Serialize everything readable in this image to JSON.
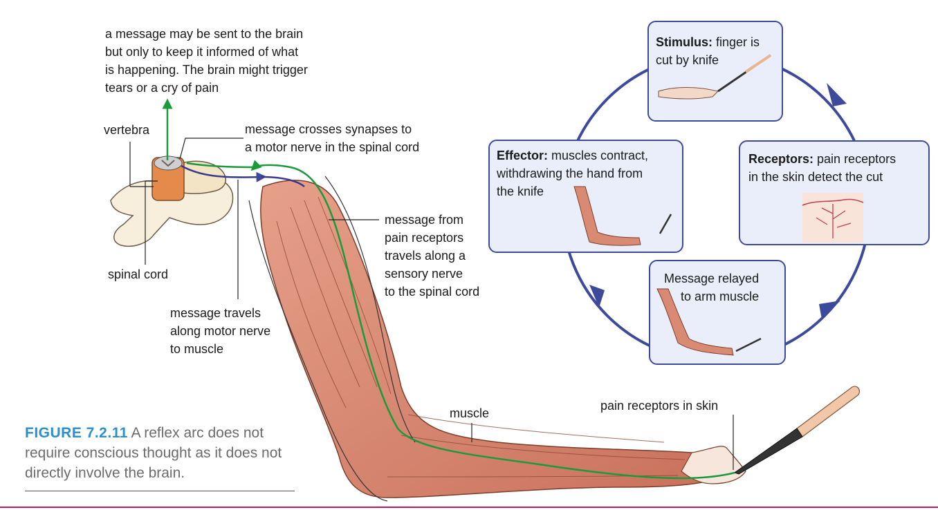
{
  "labels": {
    "brain_message": "a message may be sent to the brain\nbut only to keep it informed of what\nis happening. The brain might trigger\ntears or a cry of pain",
    "vertebra": "vertebra",
    "synapses": "message crosses synapses to\na motor nerve in the spinal cord",
    "spinal_cord": "spinal cord",
    "motor_nerve": "message travels\nalong motor nerve\nto muscle",
    "sensory_nerve": "message from\npain receptors\ntravels along a\nsensory nerve\nto the spinal cord",
    "muscle": "muscle",
    "pain_receptors": "pain receptors in skin"
  },
  "cycle": {
    "stimulus": {
      "title": "Stimulus:",
      "text": " finger is\ncut by knife"
    },
    "receptors": {
      "title": "Receptors:",
      "text": " pain receptors\nin the skin detect the cut"
    },
    "relay": {
      "text": "Message relayed\nto arm muscle"
    },
    "effector": {
      "title": "Effector:",
      "text": " muscles contract,\nwithdrawing the hand from\nthe knife"
    }
  },
  "caption": {
    "number": "FIGURE 7.2.11",
    "text": " A reflex arc does not require conscious thought as it does not directly involve the brain."
  },
  "colors": {
    "sensory_nerve": "#1a9a3a",
    "motor_nerve": "#3a3a8c",
    "cycle_arrow": "#3d4a9c",
    "box_fill": "#e9eefa",
    "muscle": "#d98a72",
    "caption_number": "#2a8fd0",
    "bottom_rule": "#c2185b"
  }
}
